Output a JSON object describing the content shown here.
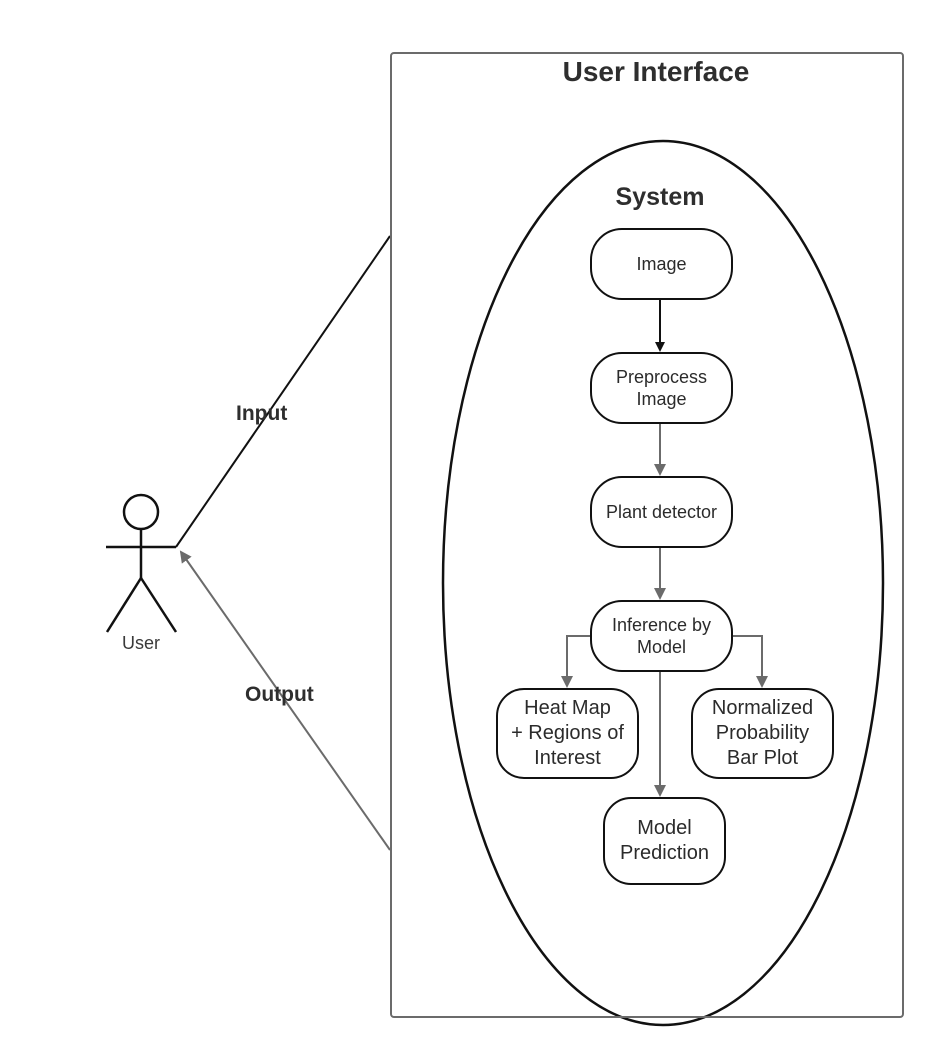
{
  "frame": {
    "title": "User Interface"
  },
  "system": {
    "title": "System"
  },
  "actor": {
    "label": "User"
  },
  "connectors": {
    "input_label": "Input",
    "output_label": "Output"
  },
  "nodes": {
    "image": "Image",
    "preprocess": "Preprocess\nImage",
    "plant_detector": "Plant detector",
    "inference": "Inference by\nModel",
    "heat_map": "Heat Map\n+ Regions of\nInterest",
    "normalized": "Normalized\nProbability\nBar Plot",
    "prediction": "Model\nPrediction"
  },
  "colors": {
    "stroke": "#111111",
    "connector": "#6b6b6b",
    "frame": "#6b6b6b",
    "text": "#2b2b2b"
  }
}
